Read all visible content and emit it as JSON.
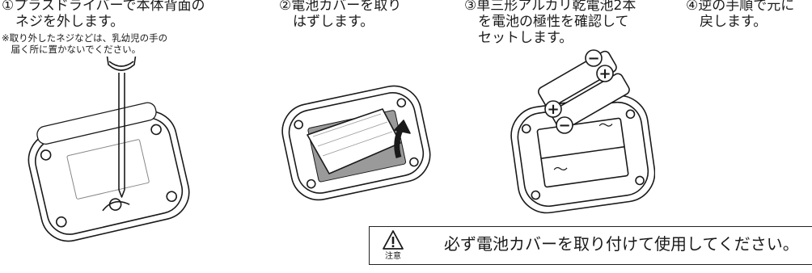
{
  "steps": [
    {
      "title": "①プラスドライバーで本体背面の\n　ネジを外します。",
      "note": "※取り外したネジなどは、乳幼児の手の\n　届く所に置かないでください。"
    },
    {
      "title": "②電池カバーを取り\n　はずします。"
    },
    {
      "title": "③単三形アルカリ乾電池2本\n　を電池の極性を確認して\n　セットします。"
    },
    {
      "title": "④逆の手順で元に\n　戻します。"
    }
  ],
  "battery_symbols": {
    "plus": "+",
    "minus": "−"
  },
  "caution": {
    "label": "注意",
    "message": "必ず電池カバーを取り付けて使用してください。"
  }
}
